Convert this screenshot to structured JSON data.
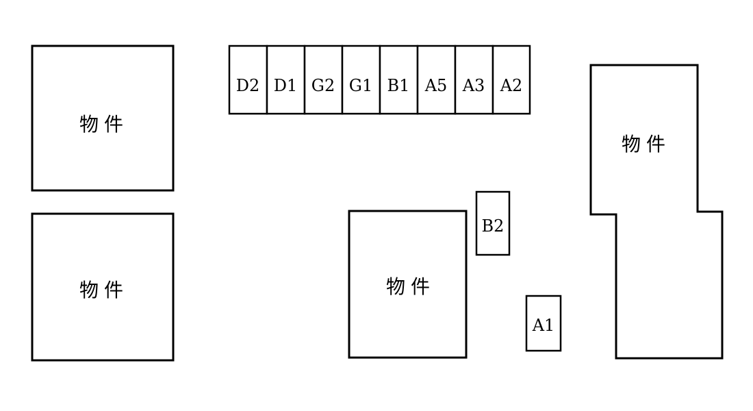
{
  "buildings": [
    {
      "id": "top-left",
      "label": "物件"
    },
    {
      "id": "bottom-left",
      "label": "物件"
    },
    {
      "id": "center",
      "label": "物件"
    },
    {
      "id": "right",
      "label": "物件"
    }
  ],
  "parking_row": [
    "D2",
    "D1",
    "G2",
    "G1",
    "B1",
    "A5",
    "A3",
    "A2"
  ],
  "lone_slots": [
    {
      "id": "b2",
      "label": "B2"
    },
    {
      "id": "a1",
      "label": "A1"
    }
  ]
}
